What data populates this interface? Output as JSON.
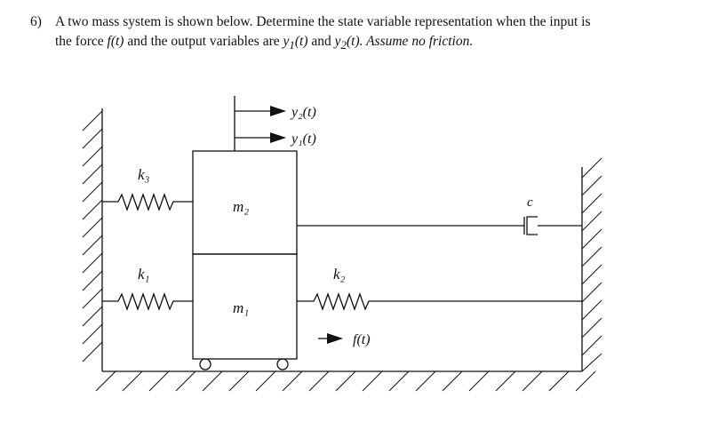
{
  "problem": {
    "number": "6)",
    "line1": "A two mass system is shown below. Determine the state variable representation when the input is",
    "line2_a": "the force ",
    "line2_f": "f(t)",
    "line2_b": " and the output variables are ",
    "line2_y1": "y",
    "line2_y1sub": "1",
    "line2_y1t": "(t)",
    "line2_and": " and ",
    "line2_y2": "y",
    "line2_y2sub": "2",
    "line2_y2t": "(t). Assume no friction."
  },
  "figure": {
    "y2_label": "y₂(t)",
    "y1_label": "y₁(t)",
    "k3_label": "k₃",
    "k1_label": "k₁",
    "k2_label": "k₂",
    "m2_label": "m₂",
    "m1_label": "m₁",
    "c_label": "c",
    "f_label": "f(t)"
  }
}
